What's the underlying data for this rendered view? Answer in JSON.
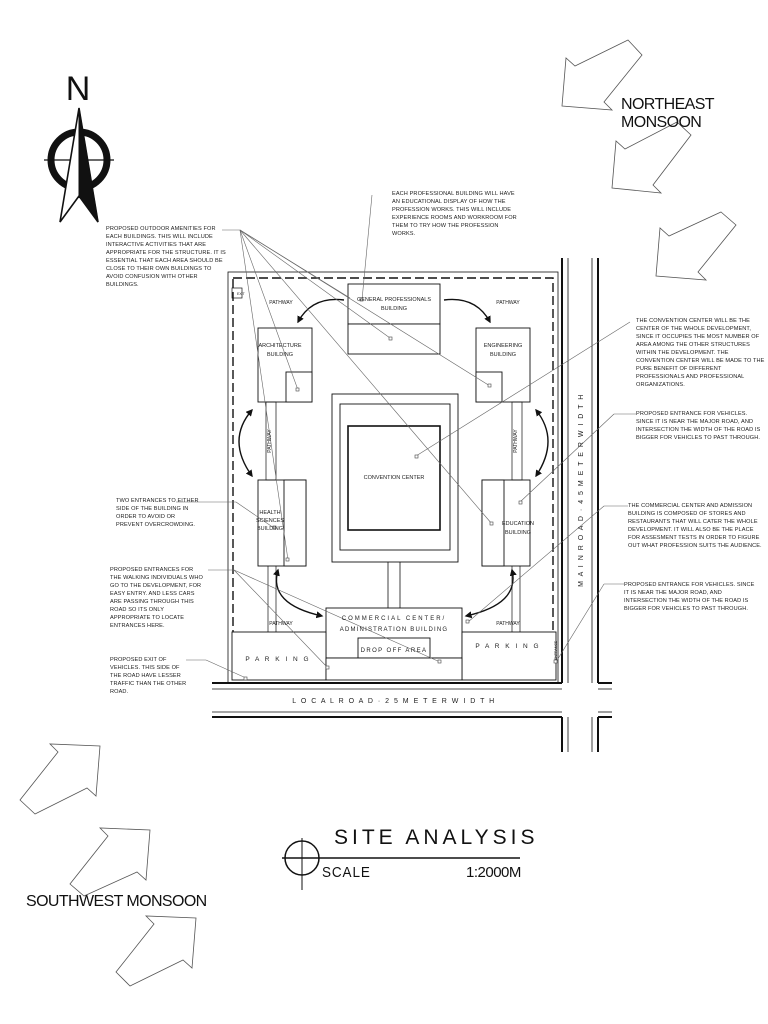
{
  "compass": {
    "north_label": "N"
  },
  "monsoon": {
    "northeast": "NORTHEAST MONSOON",
    "southwest": "SOUTHWEST MONSOON"
  },
  "notes": {
    "amenities": "PROPOSED OUTDOOR AMENITIES FOR EACH BUILDINGS. THIS WILL INCLUDE INTERACTIVE ACTIVITIES THAT ARE APPROPRIATE FOR THE STRUCTURE. IT IS ESSENTIAL THAT EACH AREA SHOULD BE CLOSE TO THEIR OWN BUILDINGS TO AVOID CONFUSION WITH OTHER BUILDINGS.",
    "professional": "EACH PROFESSIONAL BUILDING WILL HAVE AN EDUCATIONAL DISPLAY OF HOW THE PROFESSION WORKS. THIS WILL INCLUDE EXPERIENCE ROOMS AND WORKROOM FOR THEM TO TRY HOW THE PROFESSION WORKS.",
    "convention": "THE CONVENTION CENTER WILL BE THE CENTER OF THE WHOLE DEVELOPMENT, SINCE IT OCCUPIES THE MOST NUMBER OF AREA AMONG THE OTHER STRUCTURES WITHIN THE DEVELOPMENT. THE CONVENTION CENTER WILL BE MADE TO THE PURE BENEFIT OF DIFFERENT PROFESSIONALS AND PROFESSIONAL ORGANIZATIONS.",
    "vehicle_entrance_1": "PROPOSED ENTRANCE FOR VEHICLES. SINCE IT IS NEAR THE MAJOR ROAD, AND INTERSECTION THE WIDTH OF THE ROAD IS BIGGER FOR VEHICLES TO PAST THROUGH.",
    "two_entrances": "TWO ENTRANCES TO EITHER SIDE OF THE BUILDING IN ORDER TO AVOID OR PREVENT OVERCROWDING.",
    "commercial": "THE COMMERCIAL CENTER AND ADMISSION BUILDING IS COMPOSED OF STORES AND RESTAURANTS THAT WILL CATER THE WHOLE DEVELOPMENT. IT WILL ALSO BE THE PLACE FOR ASSESMENT TESTS IN ORDER TO FIGURE OUT WHAT PROFESSION SUITS THE AUDIENCE.",
    "walking": "PROPOSED ENTRANCES FOR THE WALKING INDIVIDUALS WHO GO TO THE DEVELOPMENT, FOR EASY ENTRY. AND LESS CARS ARE PASSING THROUGH THIS ROAD SO ITS ONLY APPROPRIATE TO LOCATE ENTRANCES HERE.",
    "vehicle_entrance_2": "PROPOSED ENTRANCE FOR VEHICLES. SINCE IT IS NEAR THE MAJOR ROAD, AND INTERSECTION THE WIDTH OF THE ROAD IS BIGGER FOR VEHICLES TO PAST THROUGH.",
    "exit": "PROPOSED EXIT OF VEHICLES. THIS SIDE OF THE ROAD HAVE LESSER TRAFFIC THAN THE OTHER ROAD."
  },
  "plan": {
    "general_professionals": "GENERAL PROFESSIONALS BUILDING",
    "architecture": "ARCHITECTURE BUILDING",
    "engineering": "ENGINEERING BUILDING",
    "health_sciences": "HEALTH SCIENCES BUILDING",
    "education": "EDUCATION BUILDING",
    "convention_center": "CONVENTION CENTER",
    "commercial_line1": "COMMERCIAL CENTER/",
    "commercial_line2": "ADMINISTRATION BUILDING",
    "drop_off": "DROP OFF AREA",
    "parking": "P A R K I N G",
    "pathway": "PATHWAY",
    "local_road": "L O C A L   R O A D  ·  2 5   M E T E R   W I D T H",
    "main_road": "M A I N   R O A D  ·  4 5   M E T E R   W I D T H",
    "exit_tag": "EXIT",
    "entrance_tag": "ENTRANCE"
  },
  "title_block": {
    "title": "SITE ANALYSIS",
    "scale_label": "SCALE",
    "scale_value": "1:2000M"
  }
}
